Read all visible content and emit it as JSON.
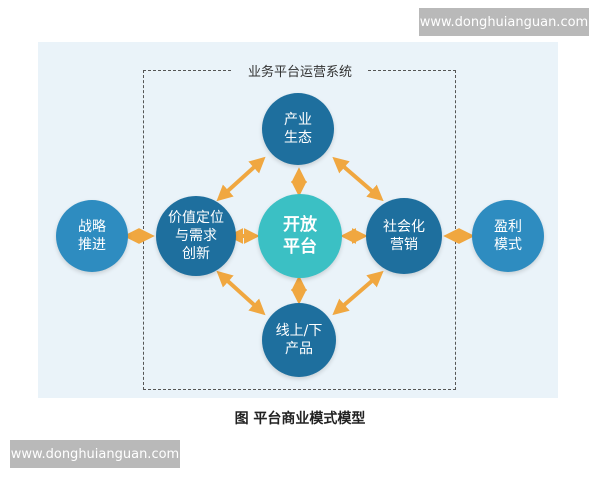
{
  "system_title": "业务平台运营系统",
  "nodes": {
    "ecology": "产业\n生态",
    "strategy": "战略\n推进",
    "value": "价值定位\n与需求\n创新",
    "platform": "开放\n平台",
    "social": "社会化\n营销",
    "profit": "盈利\n模式",
    "product": "线上/下\n产品"
  },
  "caption": "图  平台商业模式模型",
  "watermark_top": "www.donghuianguan.com",
  "watermark_bottom": "www.donghuianguan.com",
  "colors": {
    "dark_node": "#1e6f9e",
    "mid_node": "#2e8cc0",
    "center_node": "#3bc0c4",
    "arrow": "#f0a740",
    "panel": "#eaf3f9"
  }
}
